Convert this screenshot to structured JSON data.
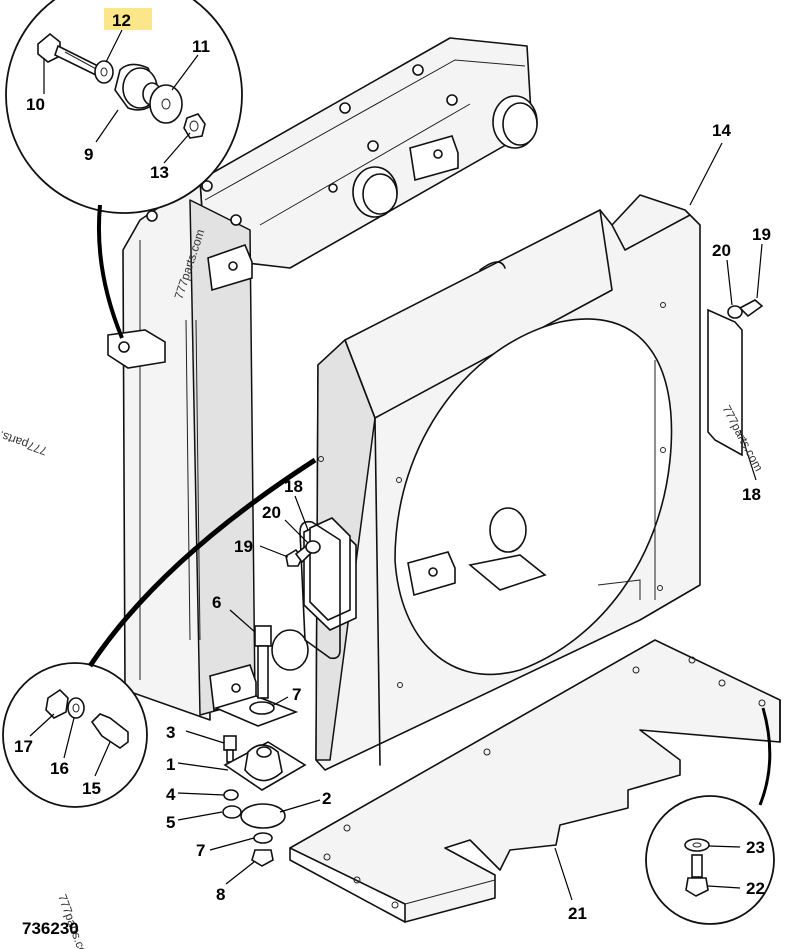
{
  "drawing_number": "736230",
  "watermark": "777parts.com",
  "highlighted_callout": "12",
  "callouts": {
    "c1": "1",
    "c2": "2",
    "c3": "3",
    "c4": "4",
    "c5": "5",
    "c6": "6",
    "c7a": "7",
    "c7b": "7",
    "c8": "8",
    "c9": "9",
    "c10": "10",
    "c11": "11",
    "c12": "12",
    "c13": "13",
    "c14": "14",
    "c15": "15",
    "c16": "16",
    "c17": "17",
    "c18a": "18",
    "c18b": "18",
    "c19a": "19",
    "c19b": "19",
    "c20a": "20",
    "c20b": "20",
    "c21": "21",
    "c22": "22",
    "c23": "23"
  },
  "colors": {
    "highlight": "#fbe78a",
    "line": "#111111",
    "face": "#f4f4f4"
  }
}
